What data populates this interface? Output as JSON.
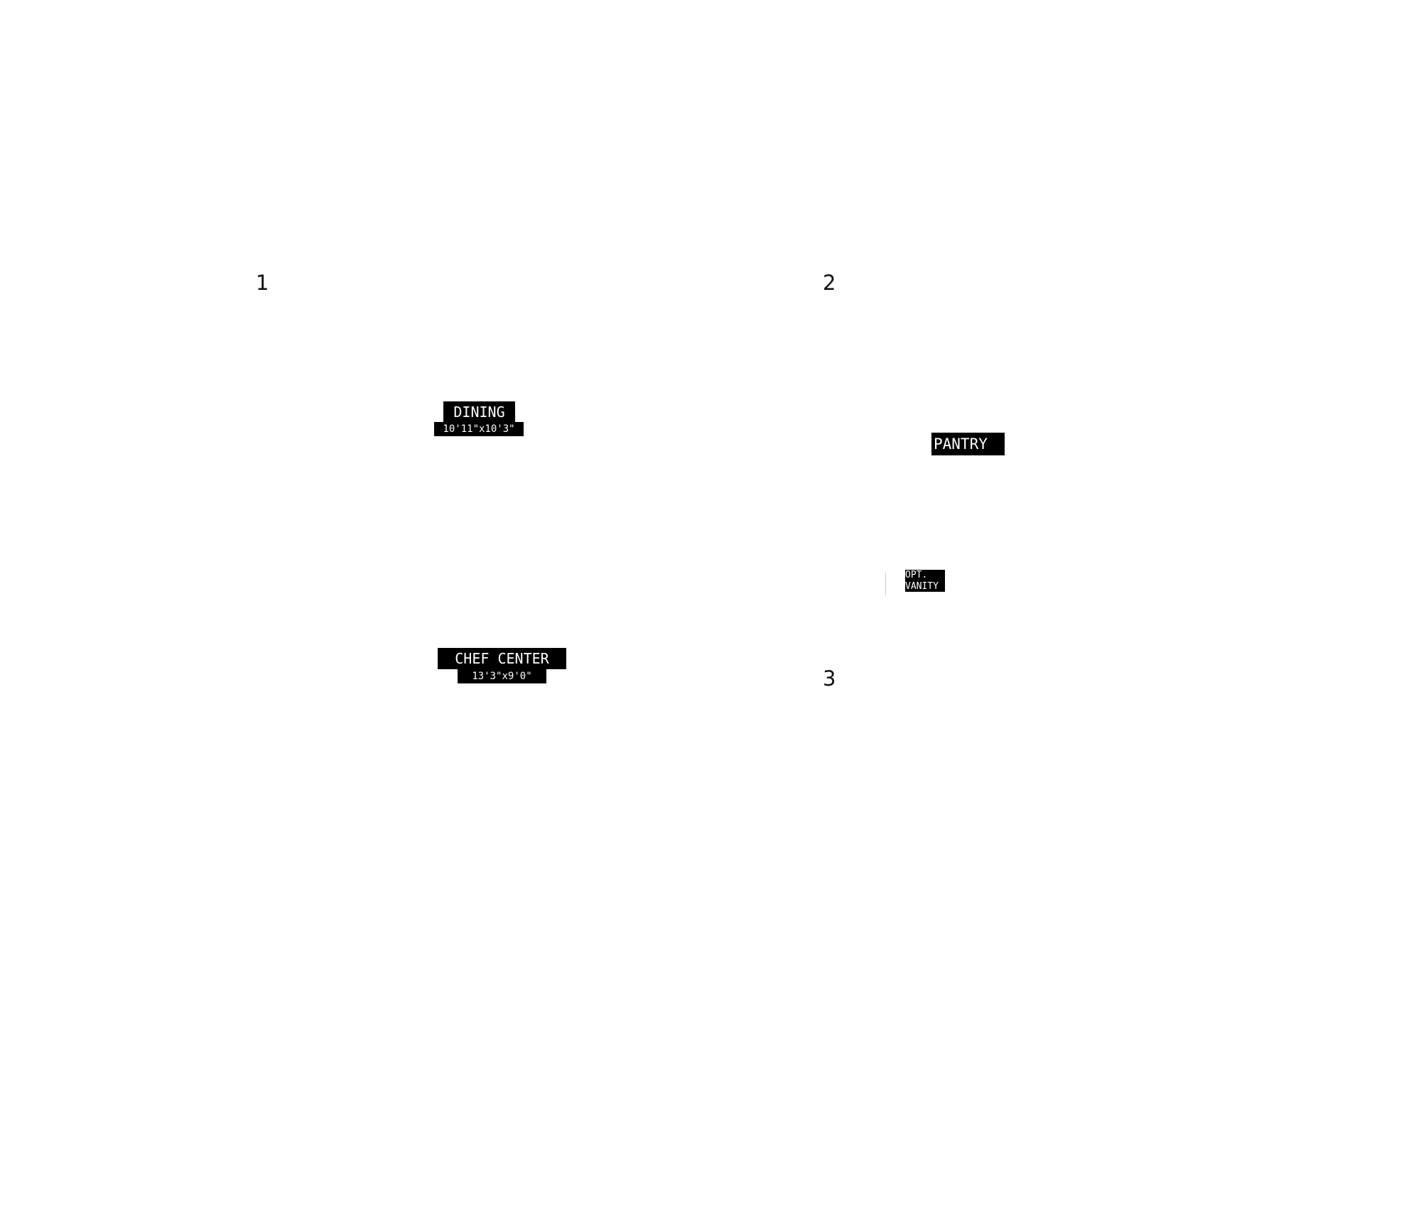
{
  "markers": {
    "one": "1",
    "two": "2",
    "three": "3"
  },
  "rooms": {
    "dining": {
      "name": "DINING",
      "dims": "10'11\"x10'3\""
    },
    "chef_center": {
      "name": "CHEF CENTER",
      "dims": "13'3\"x9'0\""
    },
    "pantry": {
      "name": "PANTRY"
    },
    "opt_vanity": {
      "line1": "OPT.",
      "line2": "VANITY"
    }
  },
  "colors": {
    "background": "#ffffff",
    "label_fill": "#000000",
    "label_text": "#ffffff",
    "marker_text": "#111111"
  }
}
